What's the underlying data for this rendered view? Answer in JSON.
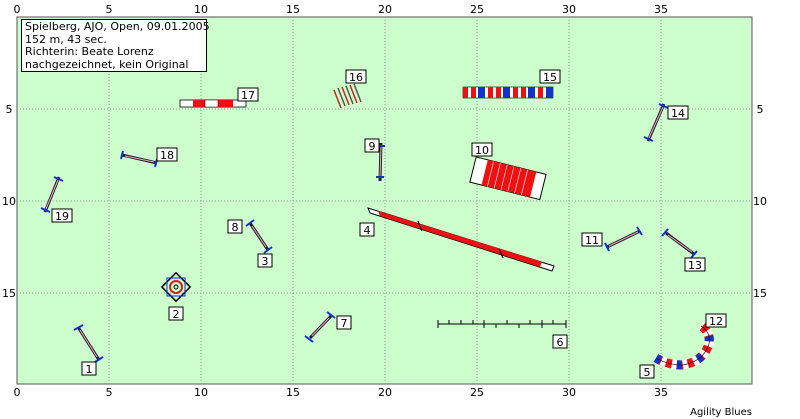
{
  "info": {
    "line1": "Spielberg, AJO, Open, 09.01.2005",
    "line2": "152 m, 43 sec.",
    "line3": "Richterin: Beate Lorenz",
    "line4": "nachgezeichnet, kein Original"
  },
  "axes": {
    "x_ticks": [
      "0",
      "5",
      "10",
      "15",
      "20",
      "25",
      "30",
      "35"
    ],
    "y_ticks": [
      "5",
      "10",
      "15"
    ]
  },
  "obstacles": {
    "n1": "1",
    "n2": "2",
    "n3": "3",
    "n4": "4",
    "n5": "5",
    "n6": "6",
    "n7": "7",
    "n8": "8",
    "n9": "9",
    "n10": "10",
    "n11": "11",
    "n12": "12",
    "n13": "13",
    "n14": "14",
    "n15": "15",
    "n16": "16",
    "n17": "17",
    "n18": "18",
    "n19": "19"
  },
  "colors": {
    "field": "#ccffcc",
    "grid": "#888888",
    "red": "#ee1111",
    "blue": "#1133cc",
    "jump_bar": "#1122aa"
  },
  "credit": "Agility Blues"
}
